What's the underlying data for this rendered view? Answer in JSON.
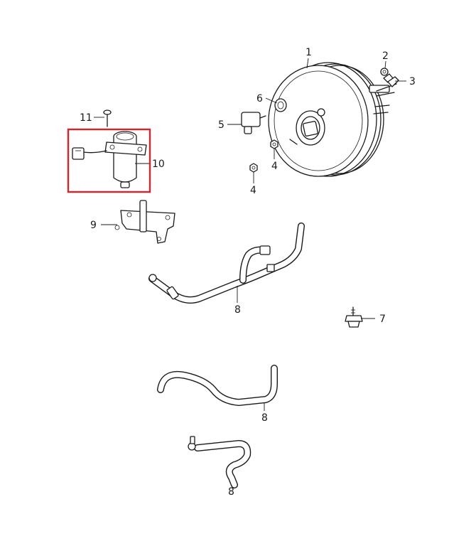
{
  "diagram": {
    "callouts": [
      "1",
      "2",
      "3",
      "4",
      "4",
      "5",
      "6",
      "7",
      "8",
      "8",
      "8",
      "9",
      "10",
      "11"
    ],
    "highlight_color": "#d8232a",
    "line_color": "#1a1a1a",
    "background": "#ffffff"
  }
}
